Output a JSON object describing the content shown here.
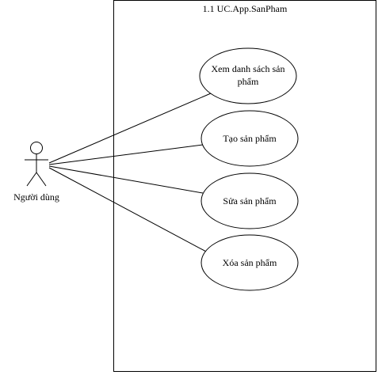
{
  "system": {
    "title": "1.1 UC.App.SanPham"
  },
  "actor": {
    "label": "Người dùng"
  },
  "use_cases": [
    {
      "line1": "Xem danh sách sản",
      "line2": "phẩm"
    },
    {
      "line1": "Tạo sản phẩm",
      "line2": ""
    },
    {
      "line1": "Sửa sản phẩm",
      "line2": ""
    },
    {
      "line1": "Xóa sản phẩm",
      "line2": ""
    }
  ]
}
